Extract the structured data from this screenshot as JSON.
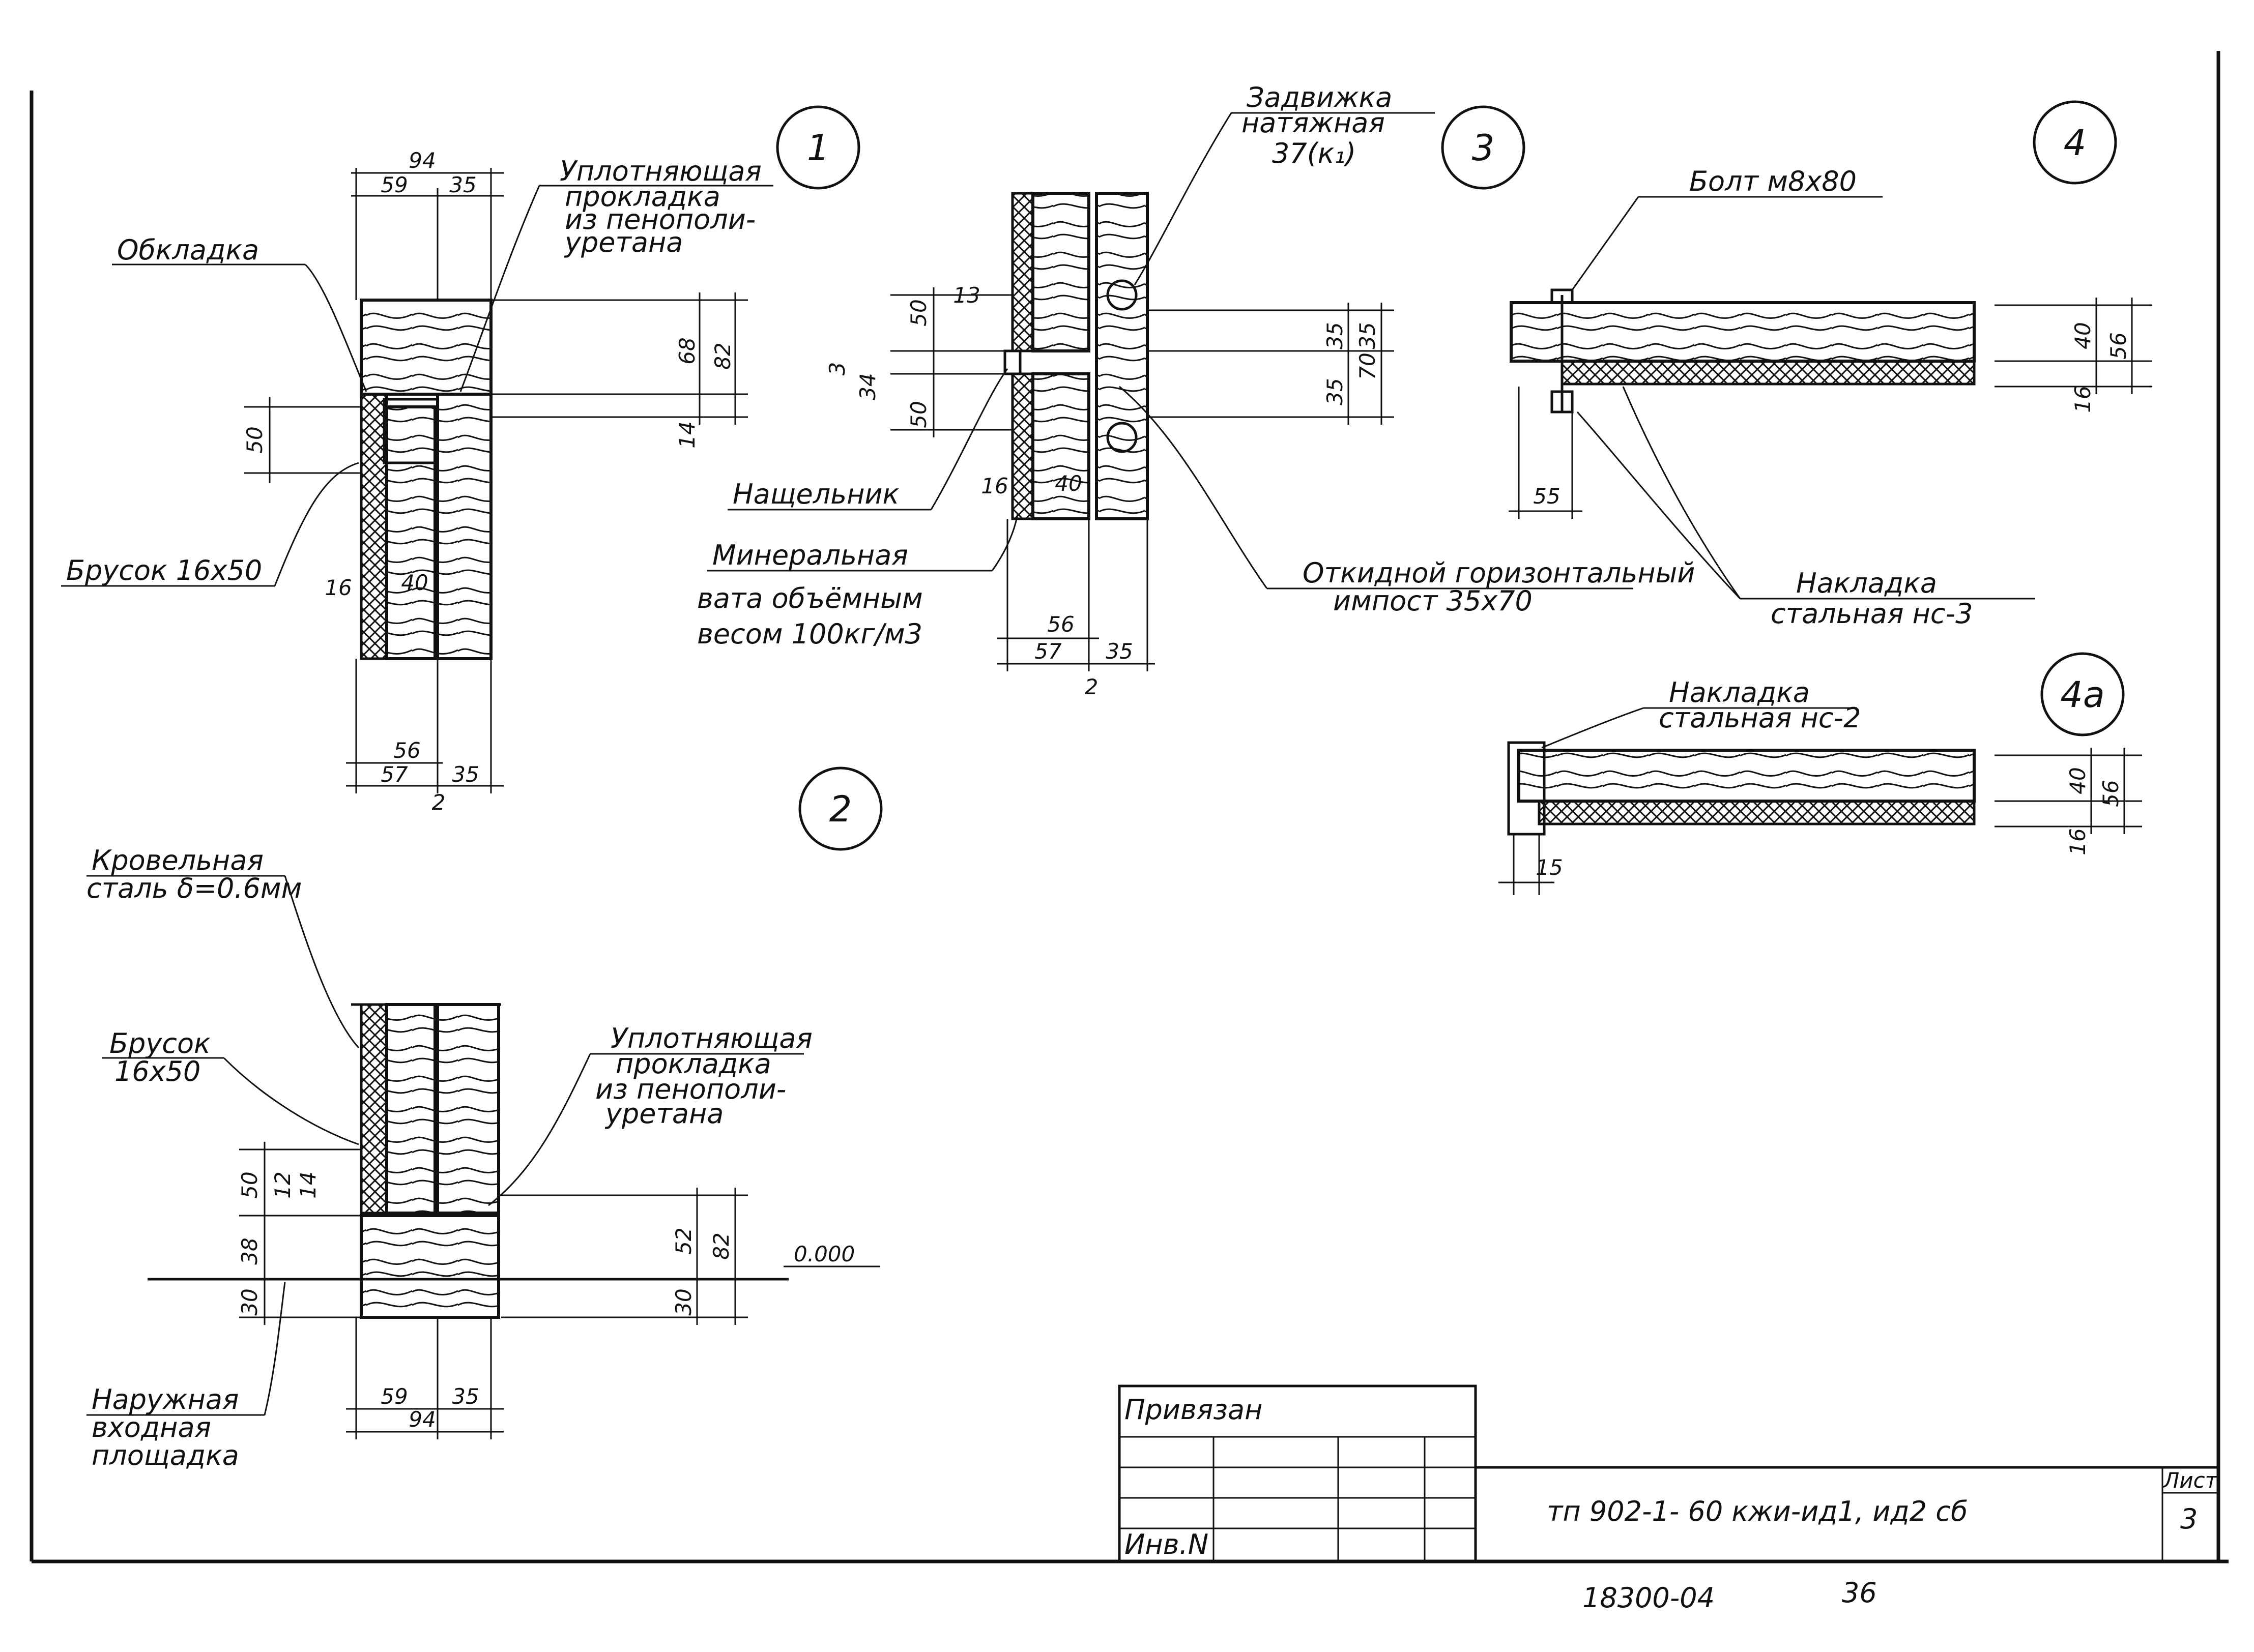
{
  "details": {
    "d1": {
      "num": "1",
      "labels": {
        "obkladka": "Обкладка",
        "seal_1": "Уплотняющая",
        "seal_2": "прокладка",
        "seal_3": "из пенополи-",
        "seal_4": "уретана",
        "brusok": "Брусок 16х50"
      },
      "dims": [
        "94",
        "59",
        "35",
        "68",
        "82",
        "14",
        "50",
        "16",
        "40",
        "56",
        "57",
        "35",
        "2"
      ]
    },
    "d2": {
      "num": "2",
      "labels": {
        "roof_1": "Кровельная",
        "roof_2": "сталь δ=0.6мм",
        "brusok_1": "Брусок",
        "brusok_2": "16х50",
        "seal_1": "Уплотняющая",
        "seal_2": "прокладка",
        "seal_3": "из пенополи-",
        "seal_4": "уретана",
        "level": "0.000",
        "area_1": "Наружная",
        "area_2": "входная",
        "area_3": "площадка"
      },
      "dims": [
        "50",
        "12",
        "14",
        "38",
        "30",
        "52",
        "82",
        "30",
        "59",
        "35",
        "94"
      ]
    },
    "d3": {
      "num": "3",
      "labels": {
        "latch_1": "Задвижка",
        "latch_2": "натяжная",
        "latch_3": "37(к₁)",
        "nasch": "Нащельник",
        "min_1": "Минеральная",
        "min_2": "вата объёмным",
        "min_3": "весом 100кг/м3",
        "impost_1": "Откидной горизонтальный",
        "impost_2": "импост 35х70"
      },
      "dims": [
        "50",
        "13",
        "3",
        "34",
        "50",
        "16",
        "40",
        "35",
        "35",
        "35",
        "70",
        "56",
        "57",
        "35",
        "2"
      ]
    },
    "d4": {
      "num": "4",
      "labels": {
        "bolt": "Болт м8х80",
        "plate_1": "Накладка",
        "plate_2": "стальная  нс-3"
      },
      "dims": [
        "40",
        "56",
        "16",
        "55"
      ]
    },
    "d4a": {
      "num": "4а",
      "labels": {
        "plate_1": "Накладка",
        "plate_2": "стальная нс-2"
      },
      "dims": [
        "40",
        "56",
        "16",
        "15"
      ]
    }
  },
  "title_block": {
    "privyazan": "Привязан",
    "inv": "Инв.N",
    "code": "тп 902-1- 60  кжи-ид1, ид2 сб",
    "sheet_label": "Лист",
    "sheet_no": "3"
  },
  "footer": {
    "doc_no": "18300-04",
    "page": "36"
  }
}
